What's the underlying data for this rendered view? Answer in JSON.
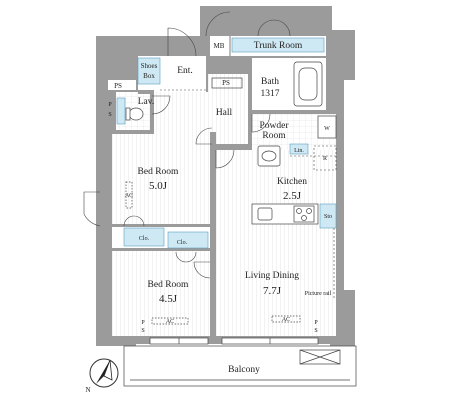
{
  "rooms": {
    "trunk_room": "Trunk Room",
    "mb": "MB",
    "shoes_box_line1": "Shoes",
    "shoes_box_line2": "Box",
    "entrance": "Ent.",
    "ps_top_left": "PS",
    "ps_top_mid": "PS",
    "bath_line1": "Bath",
    "bath_line2": "1317",
    "lavatory": "Lav.",
    "ps_side_p": "P",
    "ps_side_s": "S",
    "hall": "Hall",
    "powder_line1": "Powder",
    "powder_line2": "Room",
    "washer": "W",
    "linen": "Lin.",
    "refrigerator": "R",
    "bedroom1_name": "Bed Room",
    "bedroom1_size": "5.0J",
    "kitchen_name": "Kitchen",
    "kitchen_size": "2.5J",
    "storage": "Sto",
    "ac_bedroom1": "AC",
    "closet1": "Clo.",
    "closet2": "Clo.",
    "bedroom2_name": "Bed Room",
    "bedroom2_size": "4.5J",
    "living_name": "Living Dining",
    "living_size": "7.7J",
    "picture_rail": "Picture rail",
    "ps_bl_p": "P",
    "ps_bl_s": "S",
    "ps_br_p": "P",
    "ps_br_s": "S",
    "ac_bedroom2": "AC",
    "ac_living": "AC",
    "balcony": "Balcony"
  },
  "compass": {
    "north": "N"
  },
  "colors": {
    "wall": "#9b9b9b",
    "fixture_blue": "#cfe9f4",
    "floor": "#ffffff"
  }
}
